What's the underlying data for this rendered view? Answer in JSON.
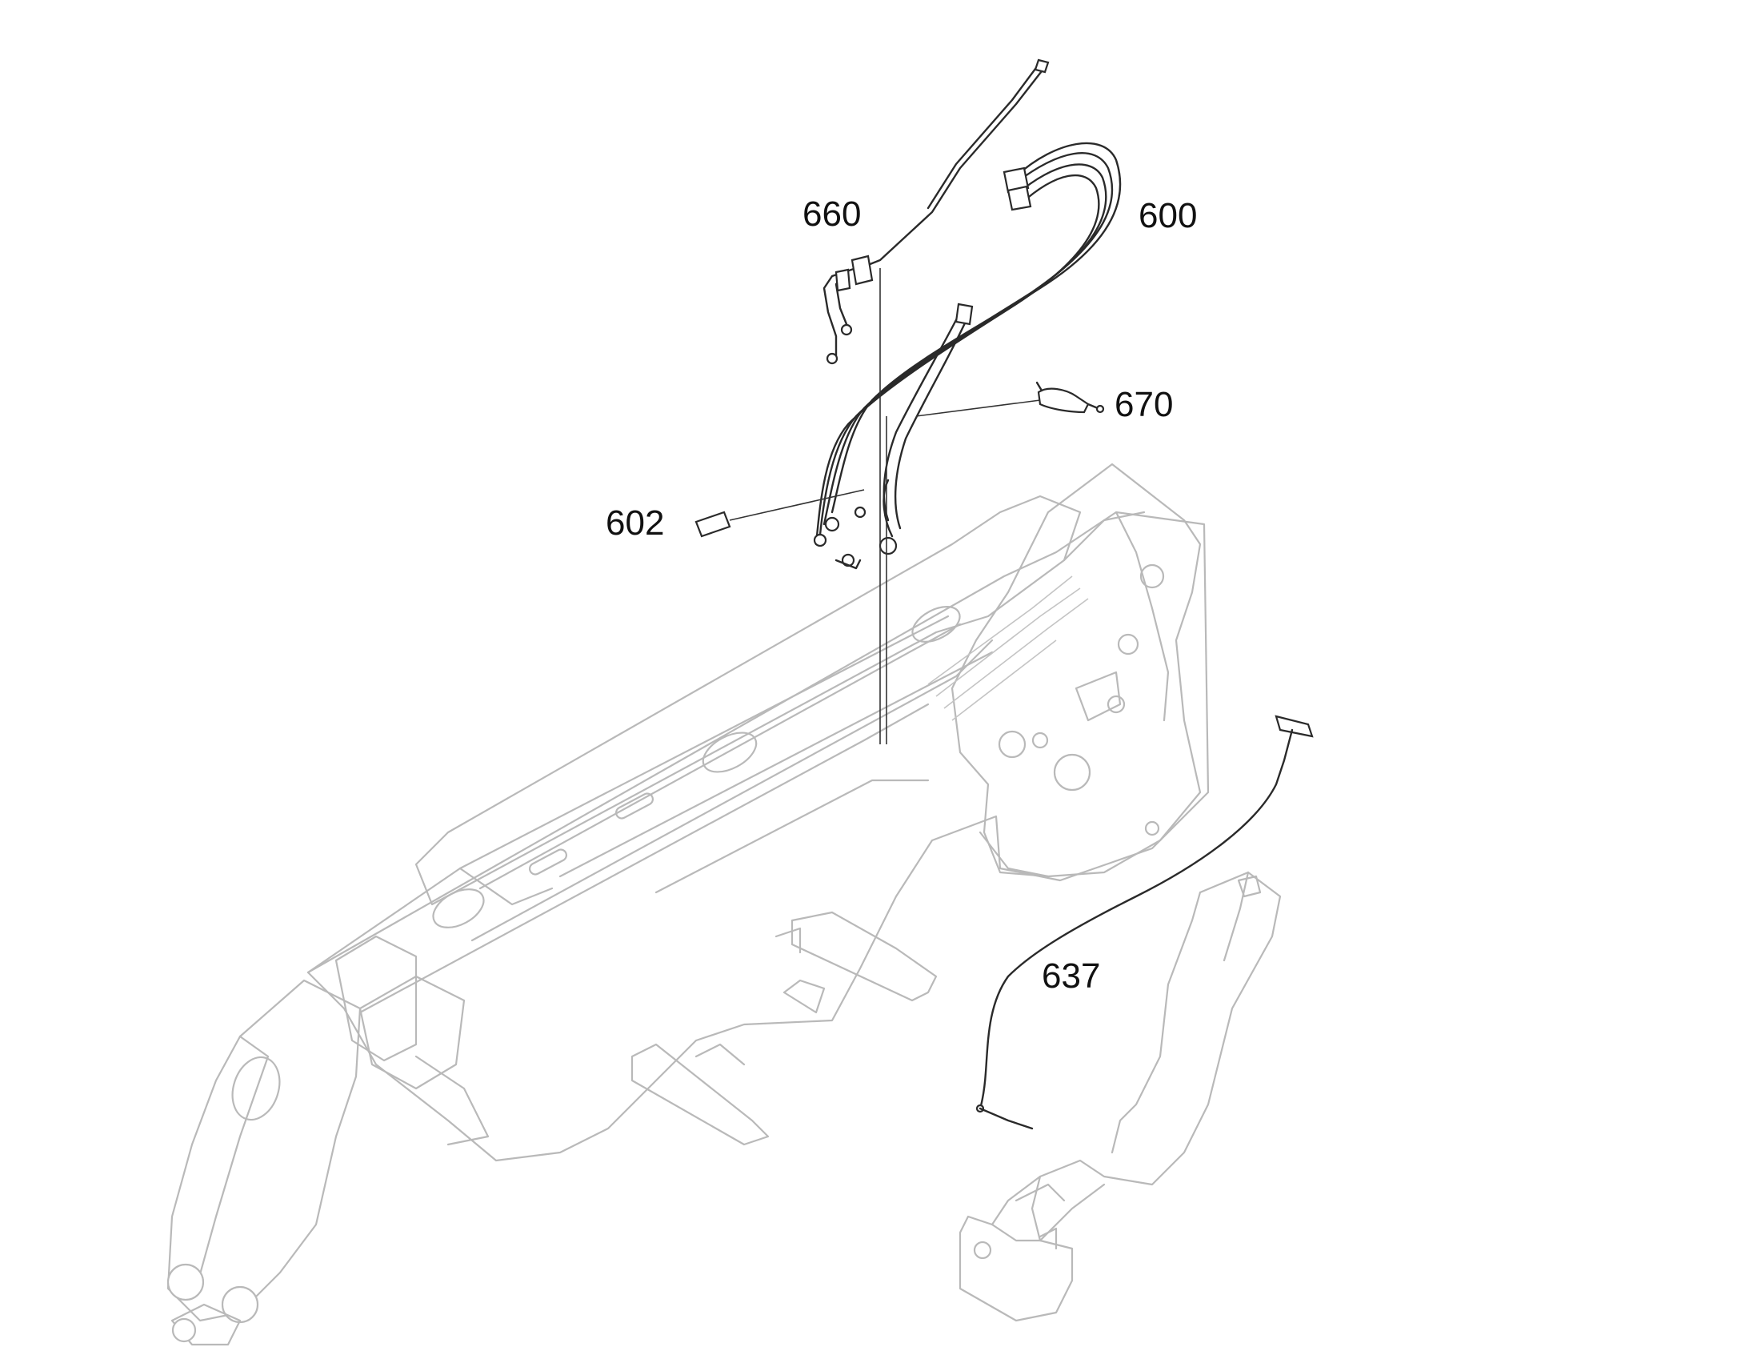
{
  "colors": {
    "background": "#ffffff",
    "ghosted_structure": "#b9b9b9",
    "highlighted_parts": "#2a2a2a",
    "label_text": "#111111"
  },
  "callouts": [
    {
      "id": "660",
      "label": "660"
    },
    {
      "id": "600",
      "label": "600"
    },
    {
      "id": "670",
      "label": "670"
    },
    {
      "id": "602",
      "label": "602"
    },
    {
      "id": "637",
      "label": "637"
    }
  ]
}
